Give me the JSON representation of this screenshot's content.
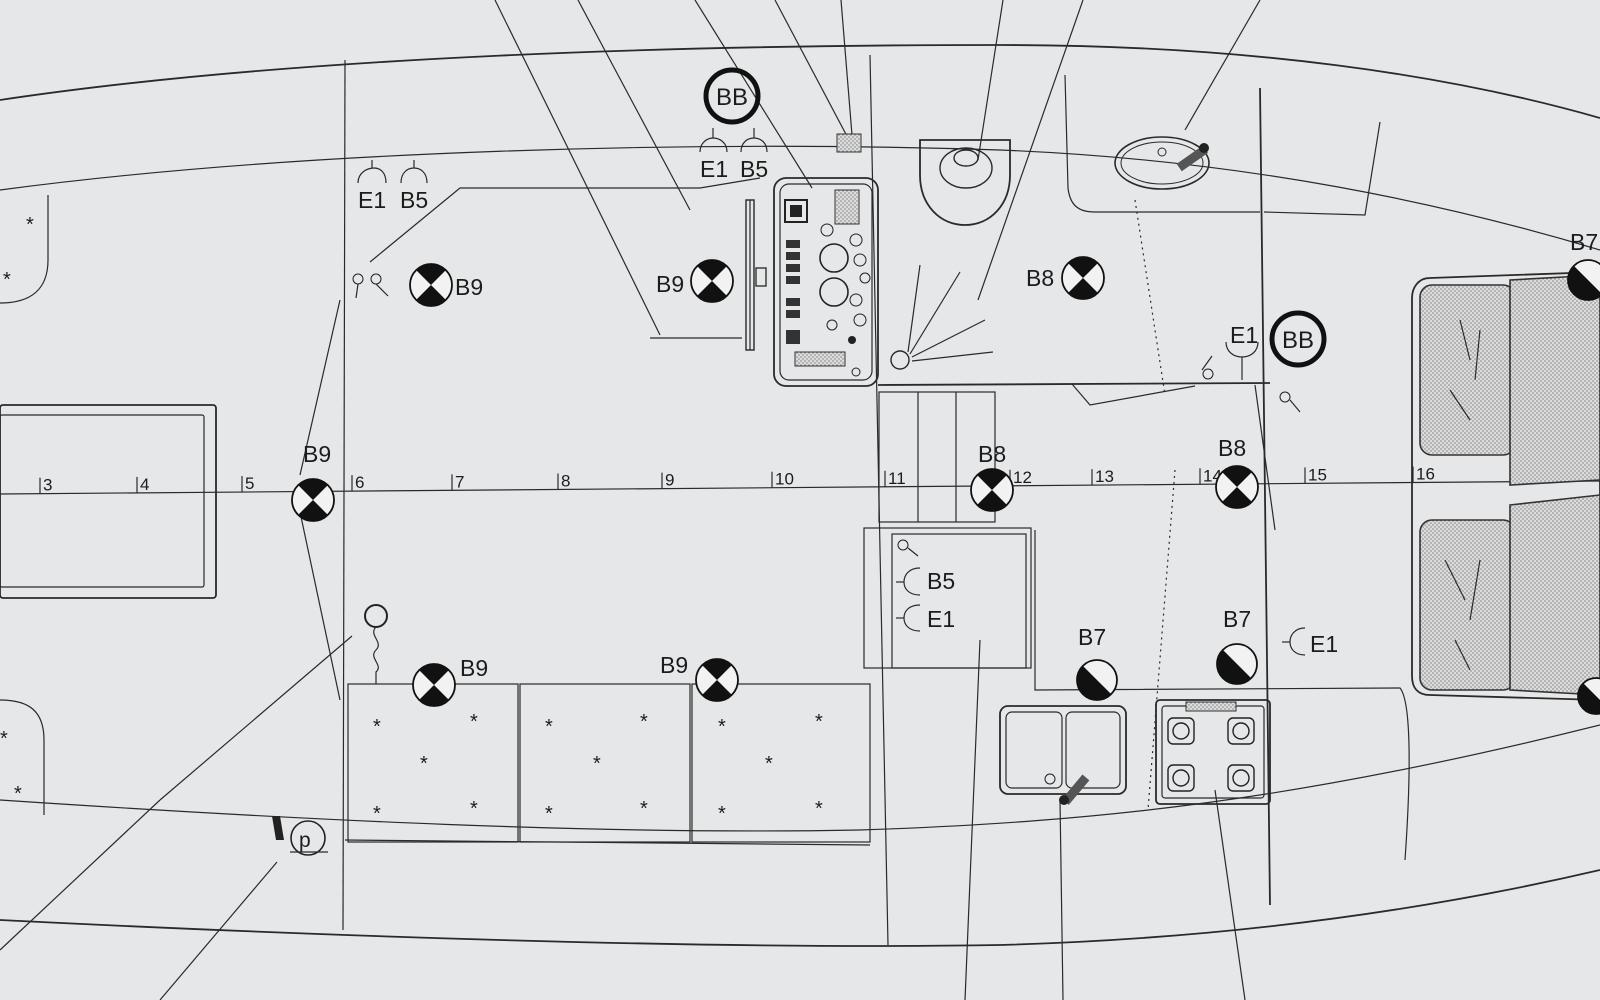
{
  "labels": {
    "bb": "BB",
    "b5": "B5",
    "b7": "B7",
    "b8": "B8",
    "b9": "B9",
    "e1": "E1",
    "pump": "p"
  },
  "stations": [
    "3",
    "4",
    "5",
    "6",
    "7",
    "8",
    "9",
    "10",
    "11",
    "12",
    "13",
    "14",
    "15",
    "16"
  ],
  "colors": {
    "paper": "#e6e7e8",
    "ink": "#1c1c1c"
  },
  "icons": [
    "lamp-b9-icon",
    "lamp-b8-icon",
    "lamp-b7-icon",
    "bb-symbol-icon",
    "socket-icon",
    "reading-light-icon",
    "bilge-pump-icon",
    "sink-icon",
    "stove-burner-icon",
    "control-panel-icon",
    "toilet-icon",
    "tap-icon"
  ]
}
